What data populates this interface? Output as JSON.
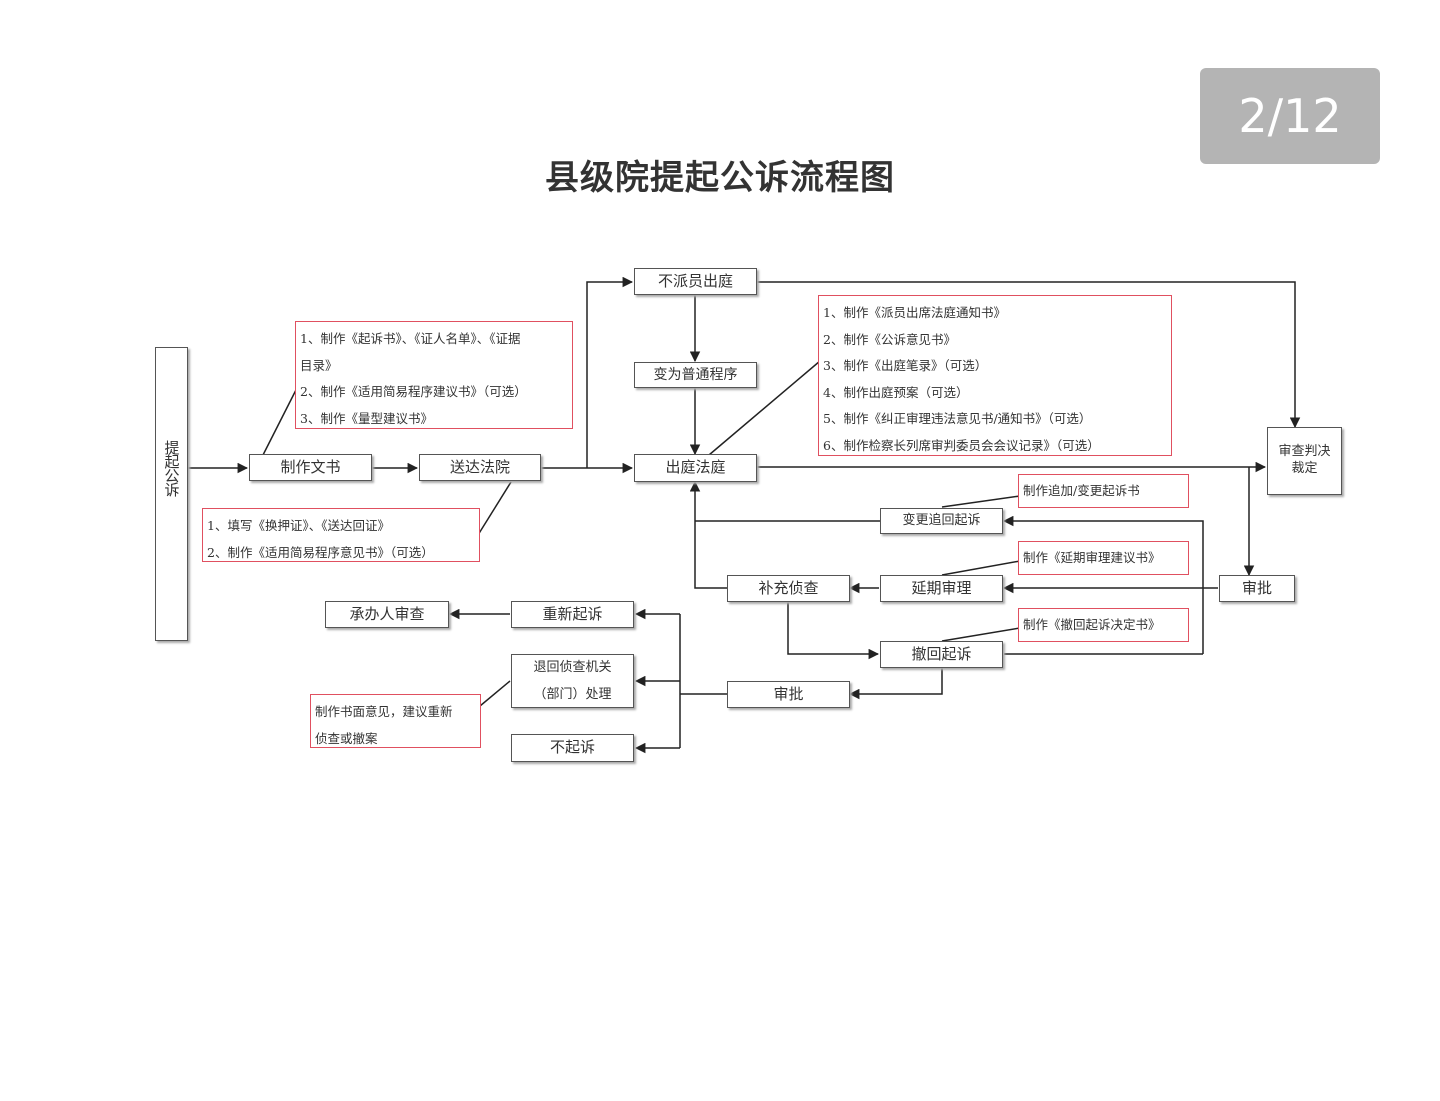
{
  "page_counter": "2/12",
  "title": "县级院提起公诉流程图",
  "boxes": {
    "start": "提起公诉",
    "make_docs": "制作文书",
    "deliver_court": "送达法院",
    "no_prosecutor": "不派员出庭",
    "ordinary_procedure": "变为普通程序",
    "attend_court": "出庭法庭",
    "review_verdict": "审查判决裁定",
    "change_add_prosecution": "变更追回起诉",
    "supplementary_investigation": "补充侦查",
    "delayed_trial": "延期审理",
    "approve_right": "审批",
    "re_prosecute": "重新起诉",
    "handler_review": "承办人审查",
    "withdraw_prosecution": "撤回起诉",
    "return_investigation": "退回侦查机关（部门）处理",
    "approve_lower": "审批",
    "no_prosecution": "不起诉"
  },
  "notes": {
    "make_docs_note": [
      "1、制作《起诉书》、《证人名单》、《证据",
      "目录》",
      "2、制作《适用简易程序建议书》（可选）",
      "3、制作《量型建议书》"
    ],
    "deliver_note": [
      "1、填写《换押证》、《送达回证》",
      "2、制作《适用简易程序意见书》（可选）"
    ],
    "court_note": [
      "1、制作《派员出席法庭通知书》",
      "2、制作《公诉意见书》",
      "3、制作《出庭笔录》（可选）",
      "4、制作出庭预案（可选）",
      "5、制作《纠正审理违法意见书/通知书》（可选）",
      "6、制作检察长列席审判委员会会议记录》（可选）"
    ],
    "add_change_note": [
      "制作追加/变更起诉书"
    ],
    "delay_note": [
      "制作《延期审理建议书》"
    ],
    "withdraw_note": [
      "制作《撤回起诉决定书》"
    ],
    "return_note": [
      "制作书面意见，建议重新",
      "侦查或撤案"
    ]
  }
}
